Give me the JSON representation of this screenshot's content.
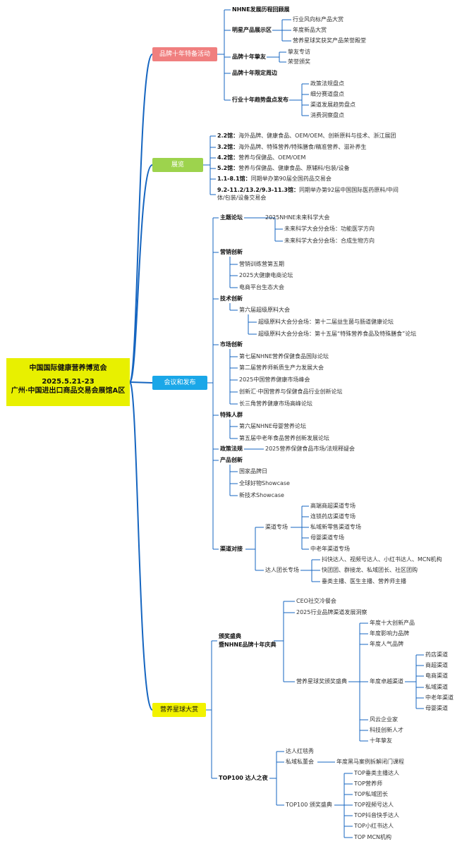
{
  "root": {
    "title": "中国国际健康营养博览会",
    "date": "2025.5.21-23",
    "venue": "广州·中国进出口商品交易会展馆A区"
  },
  "colors": {
    "line": "#1565c0",
    "root_bg": "#e8f000",
    "b1": "#f07f7f",
    "b2": "#9dd34d",
    "b3": "#1aa7e8",
    "b4": "#f2f200"
  },
  "b1": {
    "label": "品牌十年特备活动",
    "history": "NHNE发展历程回顾展",
    "star": "明星产品展示区",
    "star_items": [
      "行业风向标产品大赏",
      "年度新品大赏",
      "营养星球奖获奖产品荣誉殿堂"
    ],
    "friends": "品牌十年挚友",
    "friends_items": [
      "挚友专访",
      "荣誉颁奖"
    ],
    "limited": "品牌十年限定周边",
    "trend": "行业十年趋势盘点发布",
    "trend_items": [
      "政策法规盘点",
      "细分赛道盘点",
      "渠道发展趋势盘点",
      "消费洞察盘点"
    ]
  },
  "b2": {
    "label": "展览",
    "halls": [
      {
        "k": "2.2馆：",
        "v": "海外品牌、健康食品、OEM/OEM、创新原料与技术、浙江展团"
      },
      {
        "k": "3.2馆：",
        "v": "海外品牌、特殊营养/特殊膳食/精准营养、滋补养生"
      },
      {
        "k": "4.2馆：",
        "v": "营养与保健品、OEM/OEM"
      },
      {
        "k": "5.2馆：",
        "v": "营养与保健品、健康食品、原辅料/包装/设备"
      },
      {
        "k": "1.1-8.1馆：",
        "v": "同期举办第90届全国药品交易会"
      },
      {
        "k": "9.2-11.2/13.2/9.3-11.3馆：",
        "v": "同期举办第92届中国国际医药原料/中间"
      }
    ],
    "hall_cont": "体/包装/设备交易会"
  },
  "b3": {
    "label": "会议和发布",
    "main_forum": "主题论坛",
    "main_forum_item": "2025NHNE未来科学大会",
    "main_forum_subs": [
      "未来科学大会分会场：功能医学方向",
      "未来科学大会分会场：合成生物方向"
    ],
    "marketing": "营销创新",
    "marketing_items": [
      "营销训练营第五期",
      "2025大健康电商论坛",
      "电商平台生态大会"
    ],
    "tech": "技术创新",
    "tech_item": "第六届超级原料大会",
    "tech_subs": [
      "超级原料大会分会场：第十二届益生菌与肠道健康论坛",
      "超级原料大会分会场：第十五届“特殊营养食品及特殊膳食”论坛"
    ],
    "market": "市场创新",
    "market_items": [
      "第七届NHNE营养保健食品国际论坛",
      "第二届营养师新质生产力发展大会",
      "2025中国营养健康市场峰会",
      "创新汇·中国营养与保健食品行业创新论坛",
      "长三角营养健康市场高峰论坛"
    ],
    "special": "特殊人群",
    "special_items": [
      "第六届NHNE母婴营养论坛",
      "第五届中老年食品营养创新发展论坛"
    ],
    "policy": "政策法规",
    "policy_item": "2025营养保健食品市场/法规释疑会",
    "product": "产品创新",
    "product_items": [
      "国家品牌日",
      "全球好物Showcase",
      "新技术Showcase"
    ],
    "channel": "渠道对接",
    "channel_a": "渠道专场",
    "channel_a_items": [
      "高端商超渠道专场",
      "连锁药店渠道专场",
      "私域新零售渠道专场",
      "母婴渠道专场",
      "中老年渠道专场"
    ],
    "channel_b": "达人团长专场",
    "channel_b_items": [
      "抖快达人、视频号达人、小红书达人、MCN机构",
      "快团团、群接龙、私域团长、社区团购",
      "垂类主播、医生主播、营养师主播"
    ]
  },
  "b4": {
    "label": "营养星球大赏",
    "gala_l1": "颁奖盛典",
    "gala_l2": "暨NHNE品牌十年庆典",
    "gala_items": [
      "CEO社交冷餐会",
      "2025行业品牌渠道发展洞察"
    ],
    "ceremony": "营养星球奖颁奖盛典",
    "award_a": [
      "年度十大创新产品",
      "年度影响力品牌",
      "年度人气品牌"
    ],
    "award_channel": "年度卓越渠道",
    "channels": [
      "药店渠道",
      "商超渠道",
      "电商渠道",
      "私域渠道",
      "中老年渠道",
      "母婴渠道"
    ],
    "award_b": [
      "风云企业家",
      "科技创新人才",
      "十年挚友"
    ],
    "top100": "TOP100 达人之夜",
    "kol_show": "达人红毯秀",
    "private": "私域私董会",
    "private_item": "年度黑马案例拆解闭门课程",
    "top100_ceremony": "TOP100 颁奖盛典",
    "top100_items": [
      "TOP垂类主播达人",
      "TOP营养师",
      "TOP私域团长",
      "TOP视频号达人",
      "TOP抖音快手达人",
      "TOP小红书达人",
      "TOP MCN机构"
    ]
  }
}
